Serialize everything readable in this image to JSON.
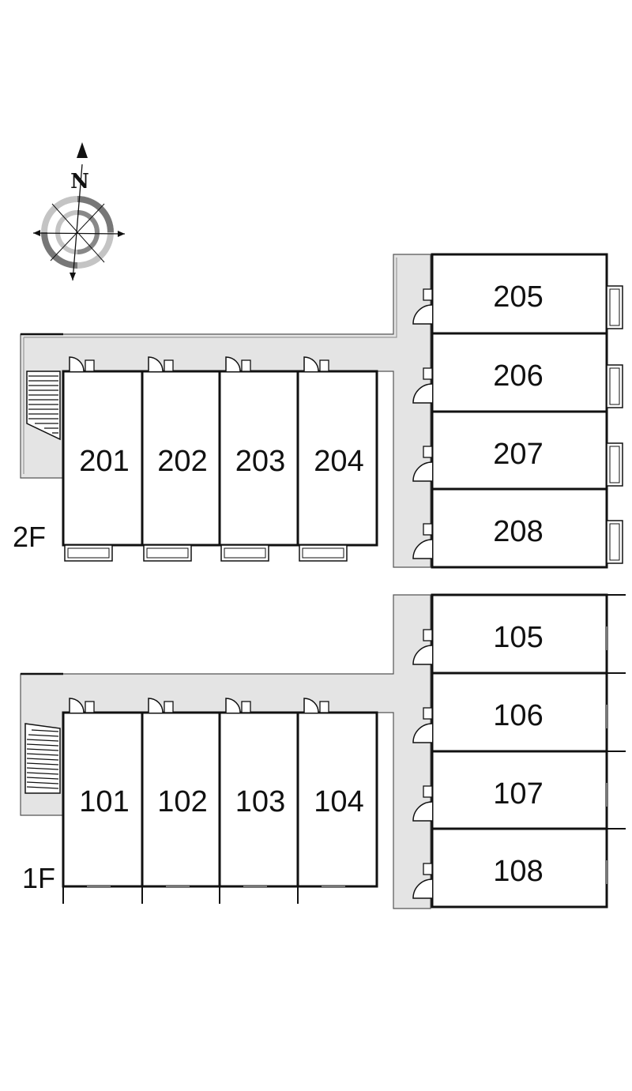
{
  "compass": {
    "label": "N",
    "icon": "compass-rose-icon"
  },
  "floors": [
    {
      "label": "2F",
      "west_units": [
        "201",
        "202",
        "203",
        "204"
      ],
      "east_units": [
        "205",
        "206",
        "207",
        "208"
      ]
    },
    {
      "label": "1F",
      "west_units": [
        "101",
        "102",
        "103",
        "104"
      ],
      "east_units": [
        "105",
        "106",
        "107",
        "108"
      ]
    }
  ],
  "colors": {
    "corridor": "#e4e4e4",
    "wall": "#111111",
    "compass_dark": "#777777",
    "compass_light": "#c4c4c4"
  }
}
